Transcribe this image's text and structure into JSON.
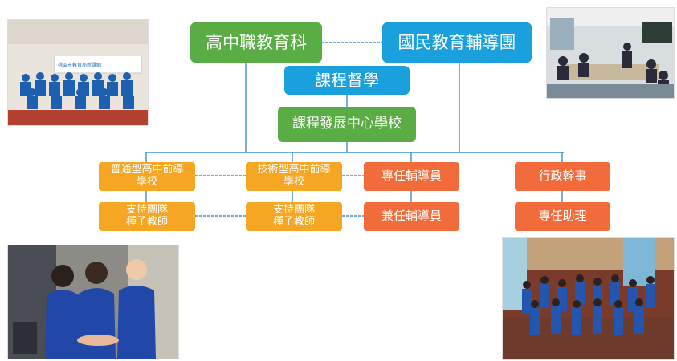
{
  "boxes": {
    "senior_high": "高中職教育科",
    "national_edu": "國民教育輔導團",
    "supervision": "課程督學",
    "center_school": "課程發展中心學校",
    "general_school": "普通型高中前導學校",
    "tech_school": "技術型高中前導學校",
    "support_team_1": "支持團隊種子教師",
    "support_team_2": "支持團隊種子教師",
    "full_counselor": "專任輔導員",
    "part_counselor": "兼任輔導員",
    "admin": "行政幹事",
    "assistant": "專任助理"
  },
  "photo_banner": "桃園市教育局新課綱",
  "colors": {
    "green": "#5aac44",
    "blue": "#1aa0dc",
    "yellow": "#f5a623",
    "orange": "#f26b3a",
    "line": "#3b8fd1"
  }
}
